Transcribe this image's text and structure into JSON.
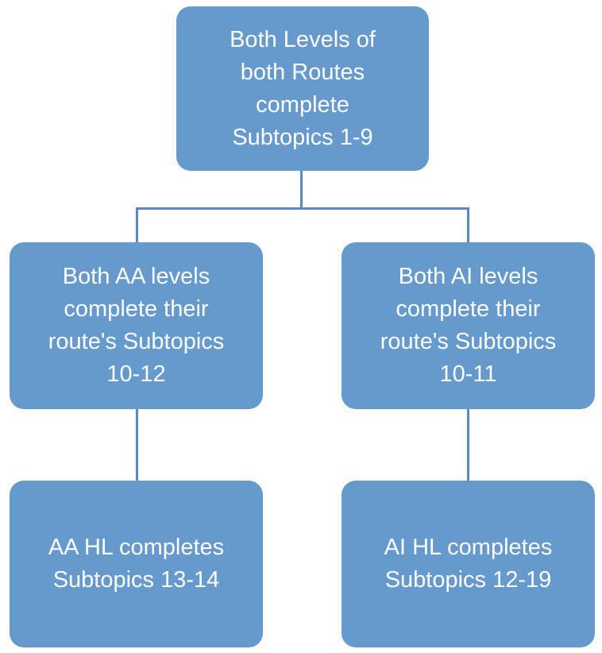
{
  "nodes": {
    "root": {
      "lines": [
        "Both Levels of",
        "both Routes",
        "complete",
        "Subtopics 1-9"
      ]
    },
    "aa_both": {
      "lines": [
        "Both AA levels",
        "complete their",
        "route's Subtopics",
        "10-12"
      ]
    },
    "ai_both": {
      "lines": [
        "Both AI levels",
        "complete their",
        "route's Subtopics",
        "10-11"
      ]
    },
    "aa_hl": {
      "lines": [
        "AA HL completes",
        "Subtopics 13-14"
      ]
    },
    "ai_hl": {
      "lines": [
        "AI HL completes",
        "Subtopics 12-19"
      ]
    }
  },
  "colors": {
    "box": "#6699cc",
    "connector": "#5b89bf",
    "text": "#ffffff"
  }
}
